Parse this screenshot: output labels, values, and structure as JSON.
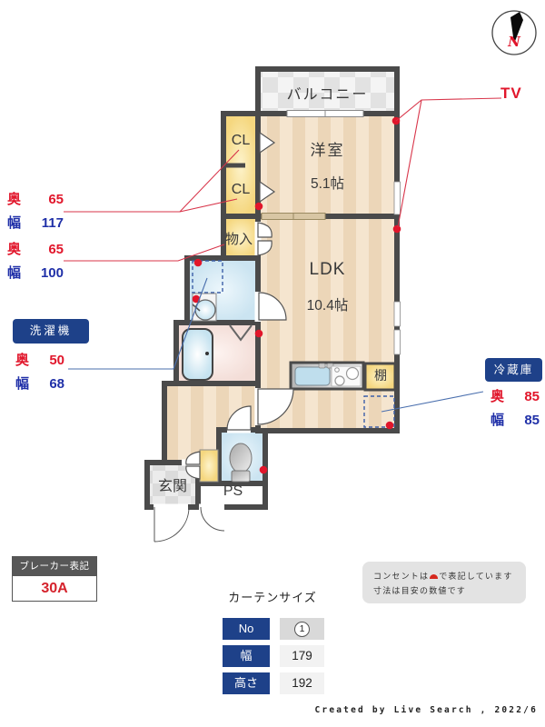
{
  "compass": {
    "north": "N"
  },
  "plan": {
    "rooms": {
      "balcony": "バルコニー",
      "western_room": "洋室",
      "western_room_size": "5.1帖",
      "closet_upper": "CL",
      "closet_lower": "CL",
      "storage": "物入",
      "ldk": "LDK",
      "ldk_size": "10.4帖",
      "shelf": "棚",
      "entrance": "玄関",
      "pipe_space": "PS"
    }
  },
  "annotations": {
    "tv": "TV",
    "closet_dims": {
      "rows": [
        {
          "label": "奥",
          "value": "65"
        },
        {
          "label": "幅",
          "value": "117"
        }
      ]
    },
    "storage_dims": {
      "rows": [
        {
          "label": "奥",
          "value": "65"
        },
        {
          "label": "幅",
          "value": "100"
        }
      ]
    },
    "washer": {
      "title": "洗濯機",
      "rows": [
        {
          "label": "奥",
          "value": "50"
        },
        {
          "label": "幅",
          "value": "68"
        }
      ]
    },
    "fridge": {
      "title": "冷蔵庫",
      "rows": [
        {
          "label": "奥",
          "value": "85"
        },
        {
          "label": "幅",
          "value": "85"
        }
      ]
    }
  },
  "breaker": {
    "title": "ブレーカー表記",
    "value": "30A"
  },
  "curtain": {
    "title": "カーテンサイズ",
    "rows": [
      {
        "label": "No",
        "value": "1"
      },
      {
        "label": "幅",
        "value": "179"
      },
      {
        "label": "高さ",
        "value": "192"
      }
    ]
  },
  "note": {
    "line1_pre": "コンセントは",
    "line1_post": "で表記しています",
    "line2": "寸法は目安の数値です"
  },
  "credit": "Created by Live Search , 2022/6",
  "colors": {
    "accent_red": "#e1162b",
    "accent_blue": "#2030a8",
    "navy": "#1e4189",
    "wall": "#4a4a4a"
  }
}
